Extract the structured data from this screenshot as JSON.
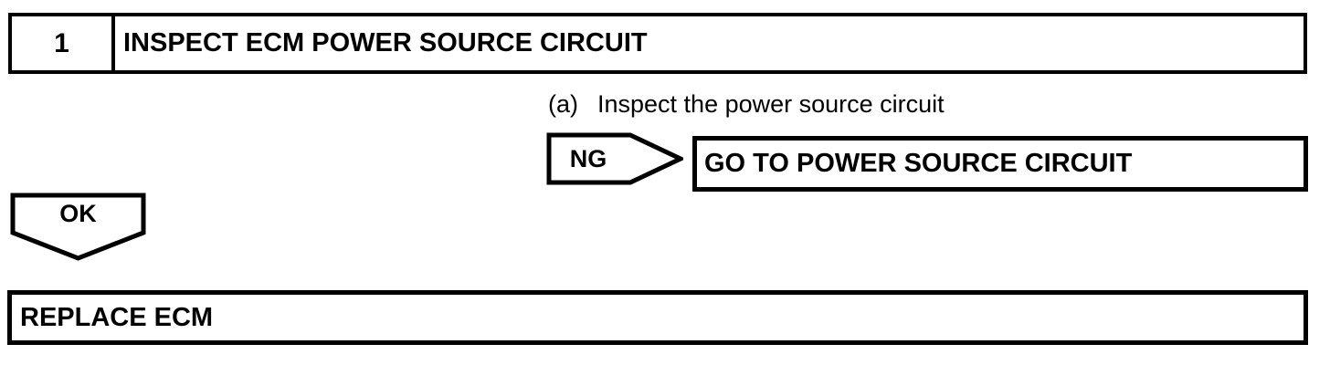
{
  "flowchart": {
    "step": {
      "number": "1",
      "title": "INSPECT ECM POWER SOURCE CIRCUIT"
    },
    "instruction": {
      "index_label": "(a)",
      "text": "Inspect the power source circuit"
    },
    "ng_branch": {
      "label": "NG",
      "action": "GO TO POWER SOURCE CIRCUIT"
    },
    "ok_branch": {
      "label": "OK",
      "action": "REPLACE ECM"
    },
    "colors": {
      "line": "#000000",
      "background": "#ffffff"
    }
  }
}
